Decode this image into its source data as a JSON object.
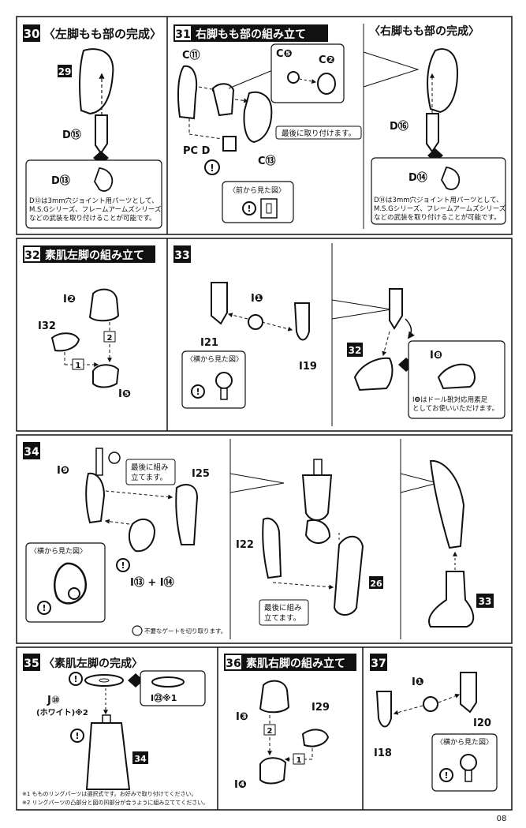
{
  "page_number": "08",
  "steps": {
    "s30": {
      "num": "30",
      "title": "〈左脚もも部の完成〉"
    },
    "s31": {
      "num": "31",
      "title": "右脚もも部の組み立て"
    },
    "s31b": {
      "title": "〈右脚もも部の完成〉"
    },
    "s32": {
      "num": "32",
      "title": "素肌左脚の組み立て"
    },
    "s33": {
      "num": "33"
    },
    "s34": {
      "num": "34"
    },
    "s35": {
      "num": "35",
      "title": "〈素肌左脚の完成〉"
    },
    "s36": {
      "num": "36",
      "title": "素肌右脚の組み立て"
    },
    "s37": {
      "num": "37"
    }
  },
  "labels": {
    "p29": "29",
    "d15": "D⑮",
    "d13": "D⑬",
    "c11": "C⑪",
    "c5": "C❺",
    "c2": "C❷",
    "c13": "C⑬",
    "pcd": "PC D",
    "d16": "D⑯",
    "d14": "D⑭",
    "i2": "I❷",
    "i32": "I32",
    "i5": "I❺",
    "i1": "I❶",
    "i21": "I21",
    "i19": "I19",
    "step32": "32",
    "i8": "I❽",
    "i9": "I❾",
    "i25": "I25",
    "i22": "I22",
    "p26": "26",
    "p33": "33",
    "i13i14": "I⑬ + I⑭",
    "j10": "J⑩",
    "white": "(ホワイト)※2",
    "i23": "I㉓※1",
    "p34": "34",
    "i3": "I❸",
    "i29": "I29",
    "i4": "I❹",
    "i1b": "I❶",
    "i18": "I18",
    "i20": "I20",
    "n1": "1",
    "n2": "2"
  },
  "notes": {
    "d13_note": [
      "D⑬は3mm穴ジョイント用パーツとして、",
      "M.S.Gシリーズ、フレームアームズシリーズ",
      "などの武装を取り付けることが可能です。"
    ],
    "d14_note": [
      "D⑭は3mm穴ジョイント用パーツとして、",
      "M.S.Gシリーズ、フレームアームズシリーズ",
      "などの武装を取り付けることが可能です。"
    ],
    "attach_last": "最後に取り付けます。",
    "front_view": "〈前から見た図〉",
    "side_view": "〈横から見た図〉",
    "doll_shoes": [
      "I❽はドール靴対応用素足",
      "としてお使いいただけます。"
    ],
    "assemble_last": [
      "最後に組み",
      "立てます。"
    ],
    "cut_gate": "不要なゲートを切り取ります。",
    "footnote1": "※1 もものリングパーツは選択式です。お好みで取り付けてください。",
    "footnote2": "※2 リングパーツの凸部分と図の凹部分が合うように組み立ててください。"
  }
}
